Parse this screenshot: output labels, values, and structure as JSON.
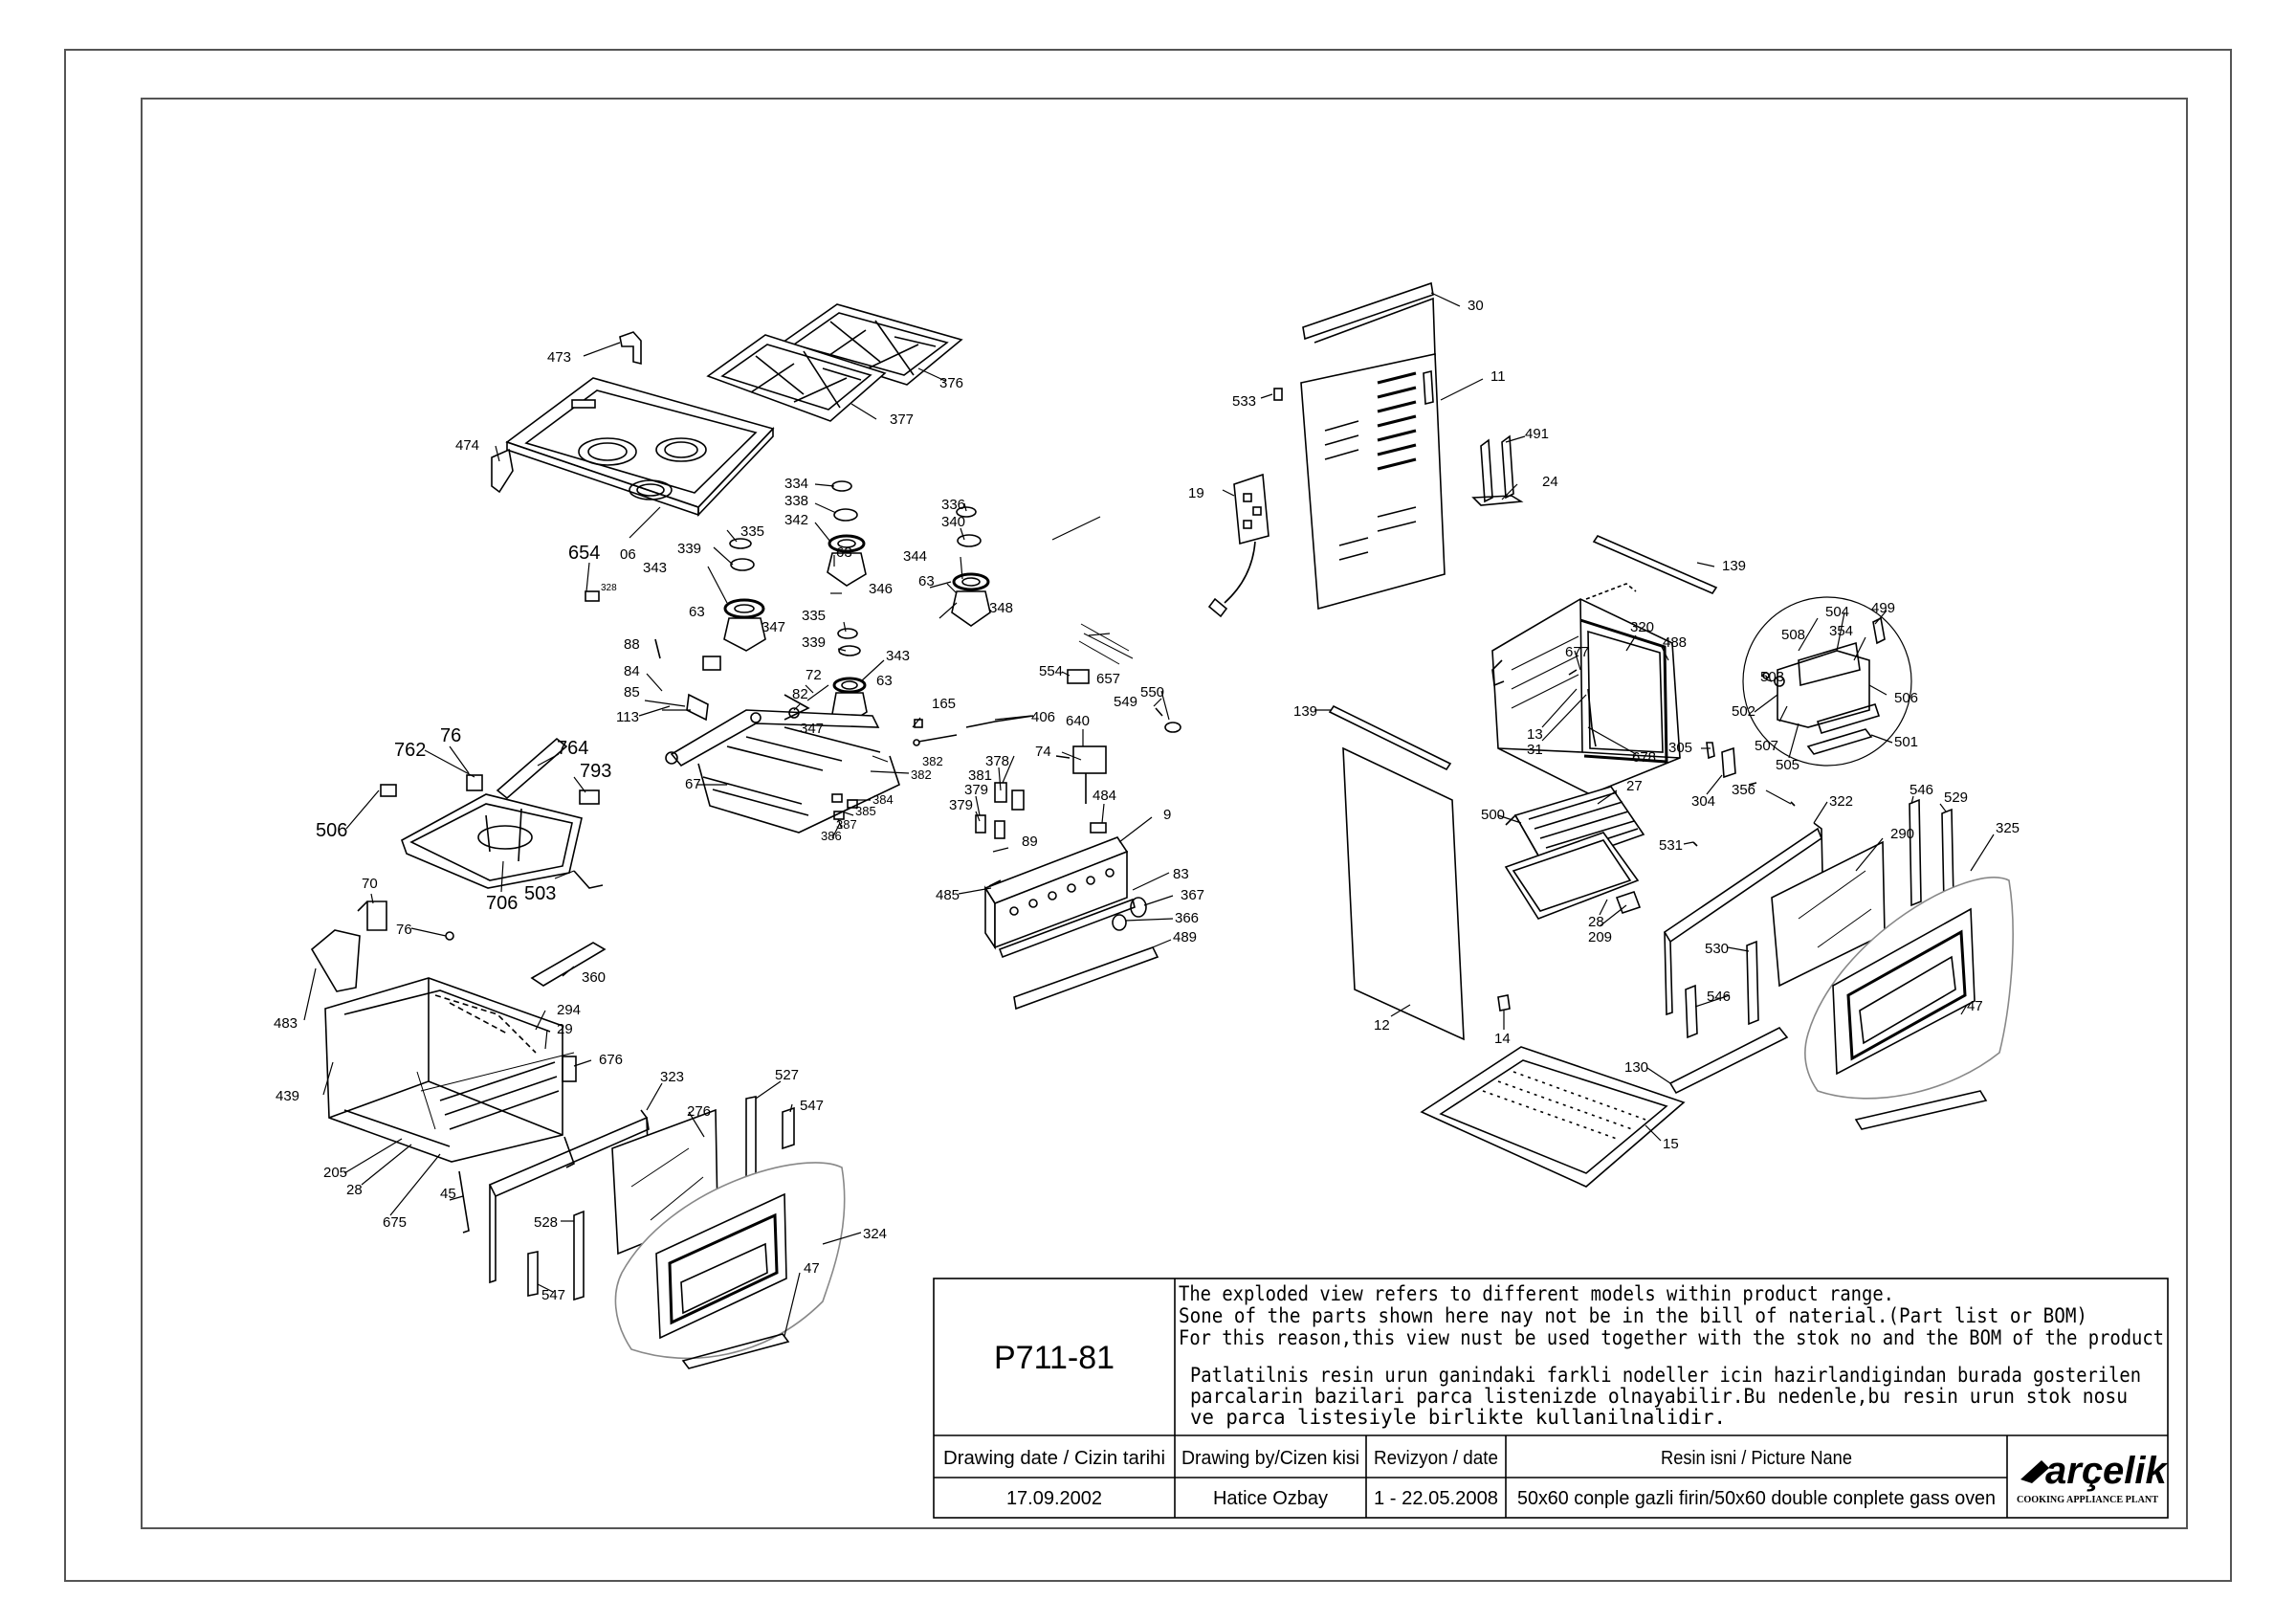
{
  "title_block": {
    "code": "P711-81",
    "notes_en": [
      "The exploded view refers to different models within product range.",
      "Sone of the parts shown here nay not be in the bill of naterial.(Part list or BOM)",
      "For this reason,this view nust be used together with the stok no and the BOM of the product"
    ],
    "notes_tr": [
      "Patlatilnis resin urun ganindaki farkli nodeller icin hazirlandigindan burada gosterilen",
      "parcalarin bazilari parca listenizde olnayabilir.Bu nedenle,bu resin urun stok nosu",
      "ve parca listesiyle birlikte kullanilnalidir."
    ],
    "headers": {
      "date": "Drawing date / Cizin tarihi",
      "drawn_by": "Drawing by/Cizen kisi",
      "revision": "Revizyon / date",
      "picture_name": "Resin isni / Picture Nane"
    },
    "values": {
      "date": "17.09.2002",
      "drawn_by": "Hatice Ozbay",
      "revision": "1 - 22.05.2008",
      "picture_name": "50x60 conple gazli firin/50x60 double conplete gass oven"
    },
    "brand": "arçelik",
    "brand_tagline": "COOKING APPLIANCE PLANT"
  },
  "part_labels": [
    {
      "id": "l473",
      "text": "473"
    },
    {
      "id": "l474",
      "text": "474"
    },
    {
      "id": "l376",
      "text": "376"
    },
    {
      "id": "l377",
      "text": "377"
    },
    {
      "id": "l06",
      "text": "06"
    },
    {
      "id": "l654",
      "text": "654"
    },
    {
      "id": "l328",
      "text": "328"
    },
    {
      "id": "l334",
      "text": "334"
    },
    {
      "id": "l338",
      "text": "338"
    },
    {
      "id": "l342",
      "text": "342"
    },
    {
      "id": "l336",
      "text": "336"
    },
    {
      "id": "l340",
      "text": "340"
    },
    {
      "id": "l335a",
      "text": "335"
    },
    {
      "id": "l339a",
      "text": "339"
    },
    {
      "id": "l343a",
      "text": "343"
    },
    {
      "id": "l63a",
      "text": "63"
    },
    {
      "id": "l346",
      "text": "346"
    },
    {
      "id": "l344",
      "text": "344"
    },
    {
      "id": "l63b",
      "text": "63"
    },
    {
      "id": "l348",
      "text": "348"
    },
    {
      "id": "l63c",
      "text": "63"
    },
    {
      "id": "l347a",
      "text": "347"
    },
    {
      "id": "l335b",
      "text": "335"
    },
    {
      "id": "l339b",
      "text": "339"
    },
    {
      "id": "l343b",
      "text": "343"
    },
    {
      "id": "l63d",
      "text": "63"
    },
    {
      "id": "l88",
      "text": "88"
    },
    {
      "id": "l84",
      "text": "84"
    },
    {
      "id": "l85",
      "text": "85"
    },
    {
      "id": "l113",
      "text": "113"
    },
    {
      "id": "l72",
      "text": "72"
    },
    {
      "id": "l82",
      "text": "82"
    },
    {
      "id": "l347b",
      "text": "347"
    },
    {
      "id": "l165",
      "text": "165"
    },
    {
      "id": "l67",
      "text": "67"
    },
    {
      "id": "l382a",
      "text": "382"
    },
    {
      "id": "l382b",
      "text": "382"
    },
    {
      "id": "l384",
      "text": "384"
    },
    {
      "id": "l385",
      "text": "385"
    },
    {
      "id": "l387",
      "text": "387"
    },
    {
      "id": "l386",
      "text": "386"
    },
    {
      "id": "l406",
      "text": "406"
    },
    {
      "id": "l657",
      "text": "657"
    },
    {
      "id": "l554",
      "text": "554"
    },
    {
      "id": "l549",
      "text": "549"
    },
    {
      "id": "l550",
      "text": "550"
    },
    {
      "id": "l640",
      "text": "640"
    },
    {
      "id": "l74",
      "text": "74"
    },
    {
      "id": "l378",
      "text": "378"
    },
    {
      "id": "l381",
      "text": "381"
    },
    {
      "id": "l379a",
      "text": "379"
    },
    {
      "id": "l379b",
      "text": "379"
    },
    {
      "id": "l484",
      "text": "484"
    },
    {
      "id": "l9",
      "text": "9"
    },
    {
      "id": "l89",
      "text": "89"
    },
    {
      "id": "l485",
      "text": "485"
    },
    {
      "id": "l83",
      "text": "83"
    },
    {
      "id": "l367",
      "text": "367"
    },
    {
      "id": "l366",
      "text": "366"
    },
    {
      "id": "l489",
      "text": "489"
    },
    {
      "id": "l762",
      "text": "762"
    },
    {
      "id": "l76a",
      "text": "76"
    },
    {
      "id": "l764",
      "text": "764"
    },
    {
      "id": "l793",
      "text": "793"
    },
    {
      "id": "l506a",
      "text": "506"
    },
    {
      "id": "l706",
      "text": "706"
    },
    {
      "id": "l503a",
      "text": "503"
    },
    {
      "id": "l70",
      "text": "70"
    },
    {
      "id": "l76b",
      "text": "76"
    },
    {
      "id": "l360",
      "text": "360"
    },
    {
      "id": "l483",
      "text": "483"
    },
    {
      "id": "l294",
      "text": "294"
    },
    {
      "id": "l29",
      "text": "29"
    },
    {
      "id": "l676",
      "text": "676"
    },
    {
      "id": "l439",
      "text": "439"
    },
    {
      "id": "l205",
      "text": "205"
    },
    {
      "id": "l28a",
      "text": "28"
    },
    {
      "id": "l675",
      "text": "675"
    },
    {
      "id": "l45",
      "text": "45"
    },
    {
      "id": "l323",
      "text": "323"
    },
    {
      "id": "l276",
      "text": "276"
    },
    {
      "id": "l527",
      "text": "527"
    },
    {
      "id": "l547a",
      "text": "547"
    },
    {
      "id": "l528",
      "text": "528"
    },
    {
      "id": "l547b",
      "text": "547"
    },
    {
      "id": "l324",
      "text": "324"
    },
    {
      "id": "l47a",
      "text": "47"
    },
    {
      "id": "l30",
      "text": "30"
    },
    {
      "id": "l533",
      "text": "533"
    },
    {
      "id": "l11",
      "text": "11"
    },
    {
      "id": "l19",
      "text": "19"
    },
    {
      "id": "l491",
      "text": "491"
    },
    {
      "id": "l24",
      "text": "24"
    },
    {
      "id": "l139a",
      "text": "139"
    },
    {
      "id": "l139b",
      "text": "139"
    },
    {
      "id": "l677",
      "text": "677"
    },
    {
      "id": "l320",
      "text": "320"
    },
    {
      "id": "l488",
      "text": "488"
    },
    {
      "id": "l13",
      "text": "13"
    },
    {
      "id": "l31",
      "text": "31"
    },
    {
      "id": "l678",
      "text": "678"
    },
    {
      "id": "l508",
      "text": "508"
    },
    {
      "id": "l504",
      "text": "504"
    },
    {
      "id": "l354",
      "text": "354"
    },
    {
      "id": "l499",
      "text": "499"
    },
    {
      "id": "l503b",
      "text": "503"
    },
    {
      "id": "l502",
      "text": "502"
    },
    {
      "id": "l506b",
      "text": "506"
    },
    {
      "id": "l507",
      "text": "507"
    },
    {
      "id": "l505",
      "text": "505"
    },
    {
      "id": "l501",
      "text": "501"
    },
    {
      "id": "l305",
      "text": "305"
    },
    {
      "id": "l304",
      "text": "304"
    },
    {
      "id": "l356",
      "text": "356"
    },
    {
      "id": "l27",
      "text": "27"
    },
    {
      "id": "l500",
      "text": "500"
    },
    {
      "id": "l531",
      "text": "531"
    },
    {
      "id": "l28b",
      "text": "28"
    },
    {
      "id": "l209",
      "text": "209"
    },
    {
      "id": "l322",
      "text": "322"
    },
    {
      "id": "l546a",
      "text": "546"
    },
    {
      "id": "l529",
      "text": "529"
    },
    {
      "id": "l325",
      "text": "325"
    },
    {
      "id": "l290",
      "text": "290"
    },
    {
      "id": "l530",
      "text": "530"
    },
    {
      "id": "l546b",
      "text": "546"
    },
    {
      "id": "l47b",
      "text": "47"
    },
    {
      "id": "l12",
      "text": "12"
    },
    {
      "id": "l14",
      "text": "14"
    },
    {
      "id": "l130",
      "text": "130"
    },
    {
      "id": "l15",
      "text": "15"
    }
  ]
}
